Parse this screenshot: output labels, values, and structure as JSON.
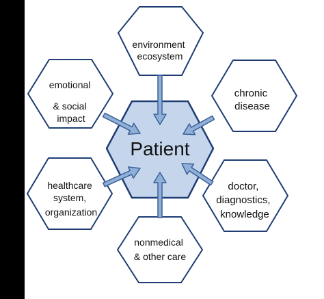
{
  "center": {
    "label": "Patient"
  },
  "factors": {
    "top": [
      "environment",
      "ecosystem"
    ],
    "top_left": [
      "emotional",
      "& social",
      "impact"
    ],
    "top_right": [
      "chronic",
      "disease"
    ],
    "bottom_left": [
      "healthcare",
      "system,",
      "organization"
    ],
    "bottom_right": [
      "doctor,",
      "diagnostics,",
      "knowledge"
    ],
    "bottom": [
      "nonmedical",
      "& other care"
    ]
  },
  "colors": {
    "background": "#000000",
    "panel": "#ffffff",
    "hex_stroke": "#1f3d74",
    "center_fill": "#c5d6ec",
    "arrow_fill": "#8fb0d8",
    "arrow_stroke": "#3c5f96"
  }
}
